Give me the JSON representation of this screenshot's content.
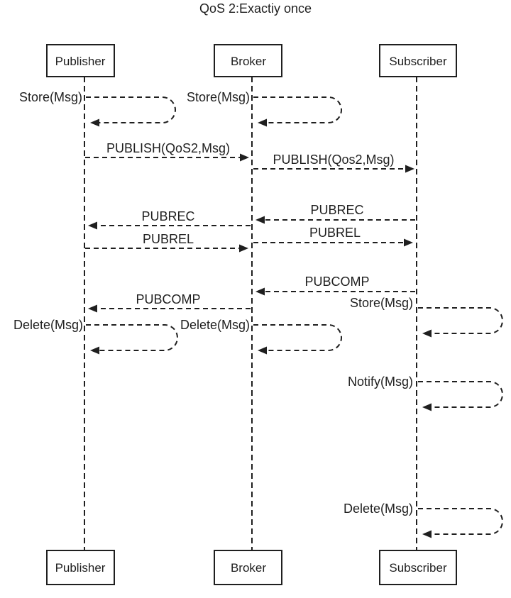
{
  "title": "QoS 2:Exactiy once",
  "actors": [
    {
      "label": "Publisher"
    },
    {
      "label": "Broker"
    },
    {
      "label": "Subscriber"
    }
  ],
  "messages": [
    {
      "label": "Store(Msg)",
      "from": "Publisher",
      "to": "Publisher",
      "kind": "self"
    },
    {
      "label": "Store(Msg)",
      "from": "Broker",
      "to": "Broker",
      "kind": "self"
    },
    {
      "label": "PUBLISH(QoS2,Msg)",
      "from": "Publisher",
      "to": "Broker",
      "kind": "arrow"
    },
    {
      "label": "PUBLISH(Qos2,Msg)",
      "from": "Broker",
      "to": "Subscriber",
      "kind": "arrow"
    },
    {
      "label": "PUBREC",
      "from": "Subscriber",
      "to": "Broker",
      "kind": "arrow"
    },
    {
      "label": "PUBREC",
      "from": "Broker",
      "to": "Publisher",
      "kind": "arrow"
    },
    {
      "label": "PUBREL",
      "from": "Broker",
      "to": "Subscriber",
      "kind": "arrow"
    },
    {
      "label": "PUBREL",
      "from": "Publisher",
      "to": "Broker",
      "kind": "arrow"
    },
    {
      "label": "PUBCOMP",
      "from": "Subscriber",
      "to": "Broker",
      "kind": "arrow"
    },
    {
      "label": "Store(Msg)",
      "from": "Subscriber",
      "to": "Subscriber",
      "kind": "self"
    },
    {
      "label": "PUBCOMP",
      "from": "Broker",
      "to": "Publisher",
      "kind": "arrow"
    },
    {
      "label": "Delete(Msg)",
      "from": "Publisher",
      "to": "Publisher",
      "kind": "self"
    },
    {
      "label": "Delete(Msg)",
      "from": "Broker",
      "to": "Broker",
      "kind": "self"
    },
    {
      "label": "Notify(Msg)",
      "from": "Subscriber",
      "to": "Subscriber",
      "kind": "self"
    },
    {
      "label": "Delete(Msg)",
      "from": "Subscriber",
      "to": "Subscriber",
      "kind": "self"
    }
  ],
  "colors": {
    "line": "#1f1f1f",
    "text": "#1f1f1f",
    "background": "#ffffff"
  }
}
